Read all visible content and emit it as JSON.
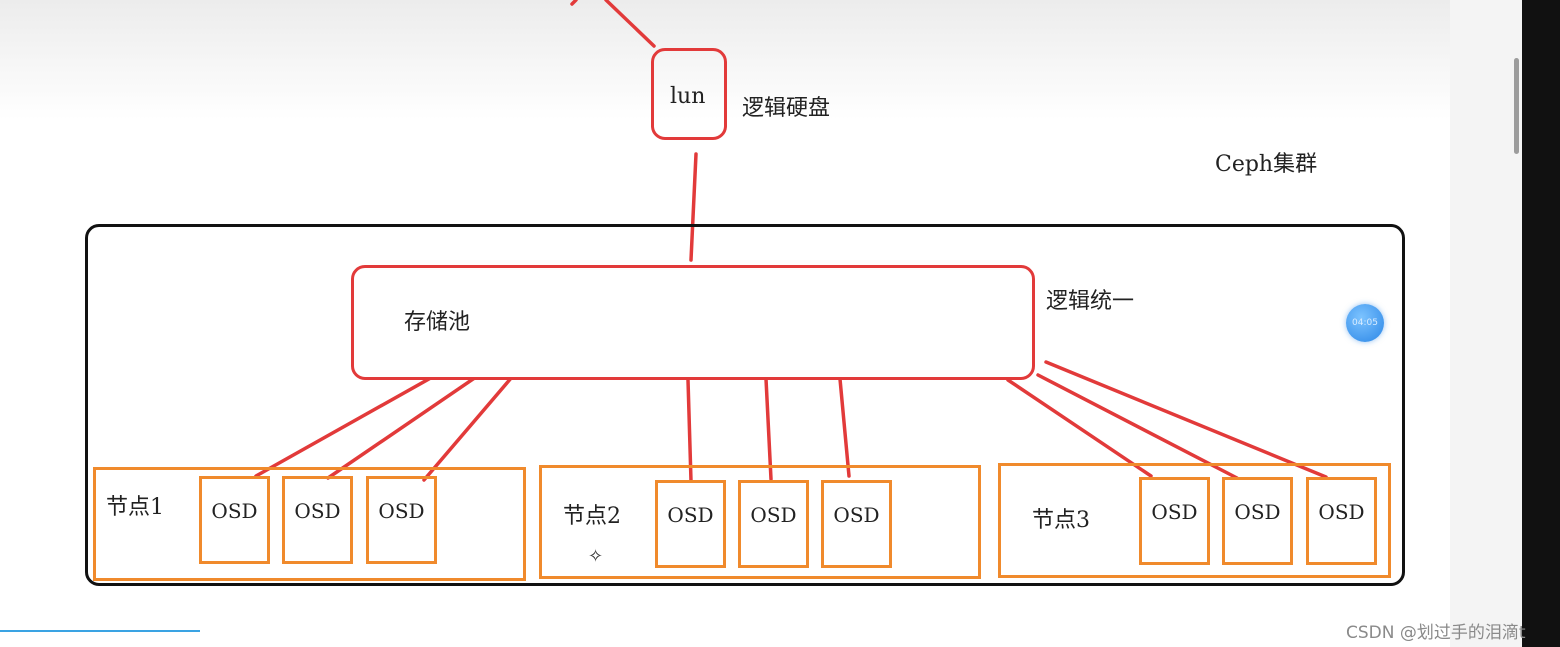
{
  "lun": {
    "label": "lun",
    "caption": "逻辑硬盘"
  },
  "cluster": {
    "label": "Ceph集群"
  },
  "pool": {
    "label": "存储池",
    "caption": "逻辑统一"
  },
  "nodes": [
    {
      "label": "节点1",
      "osds": [
        "OSD",
        "OSD",
        "OSD"
      ]
    },
    {
      "label": "节点2",
      "osds": [
        "OSD",
        "OSD",
        "OSD"
      ]
    },
    {
      "label": "节点3",
      "osds": [
        "OSD",
        "OSD",
        "OSD"
      ]
    }
  ],
  "timer": {
    "text": "04:05"
  },
  "watermark": "CSDN @划过手的泪滴t",
  "colors": {
    "link": "#e23a3a",
    "node": "#f08a2c",
    "cluster": "#111111"
  }
}
